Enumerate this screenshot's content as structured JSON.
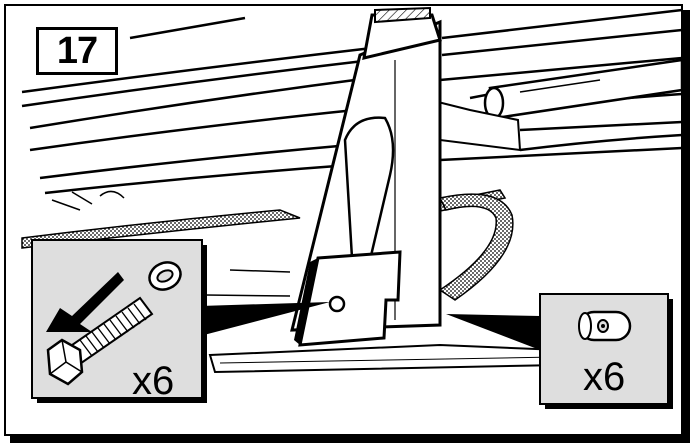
{
  "step": {
    "number": "17"
  },
  "inset_bolt": {
    "quantity_label": "x6",
    "icon": "bolt-and-washer-icon"
  },
  "inset_nut": {
    "quantity_label": "x6",
    "icon": "barrel-nut-icon"
  },
  "colors": {
    "ink": "#000000",
    "paper": "#ffffff",
    "inset_bg": "#dedede"
  }
}
